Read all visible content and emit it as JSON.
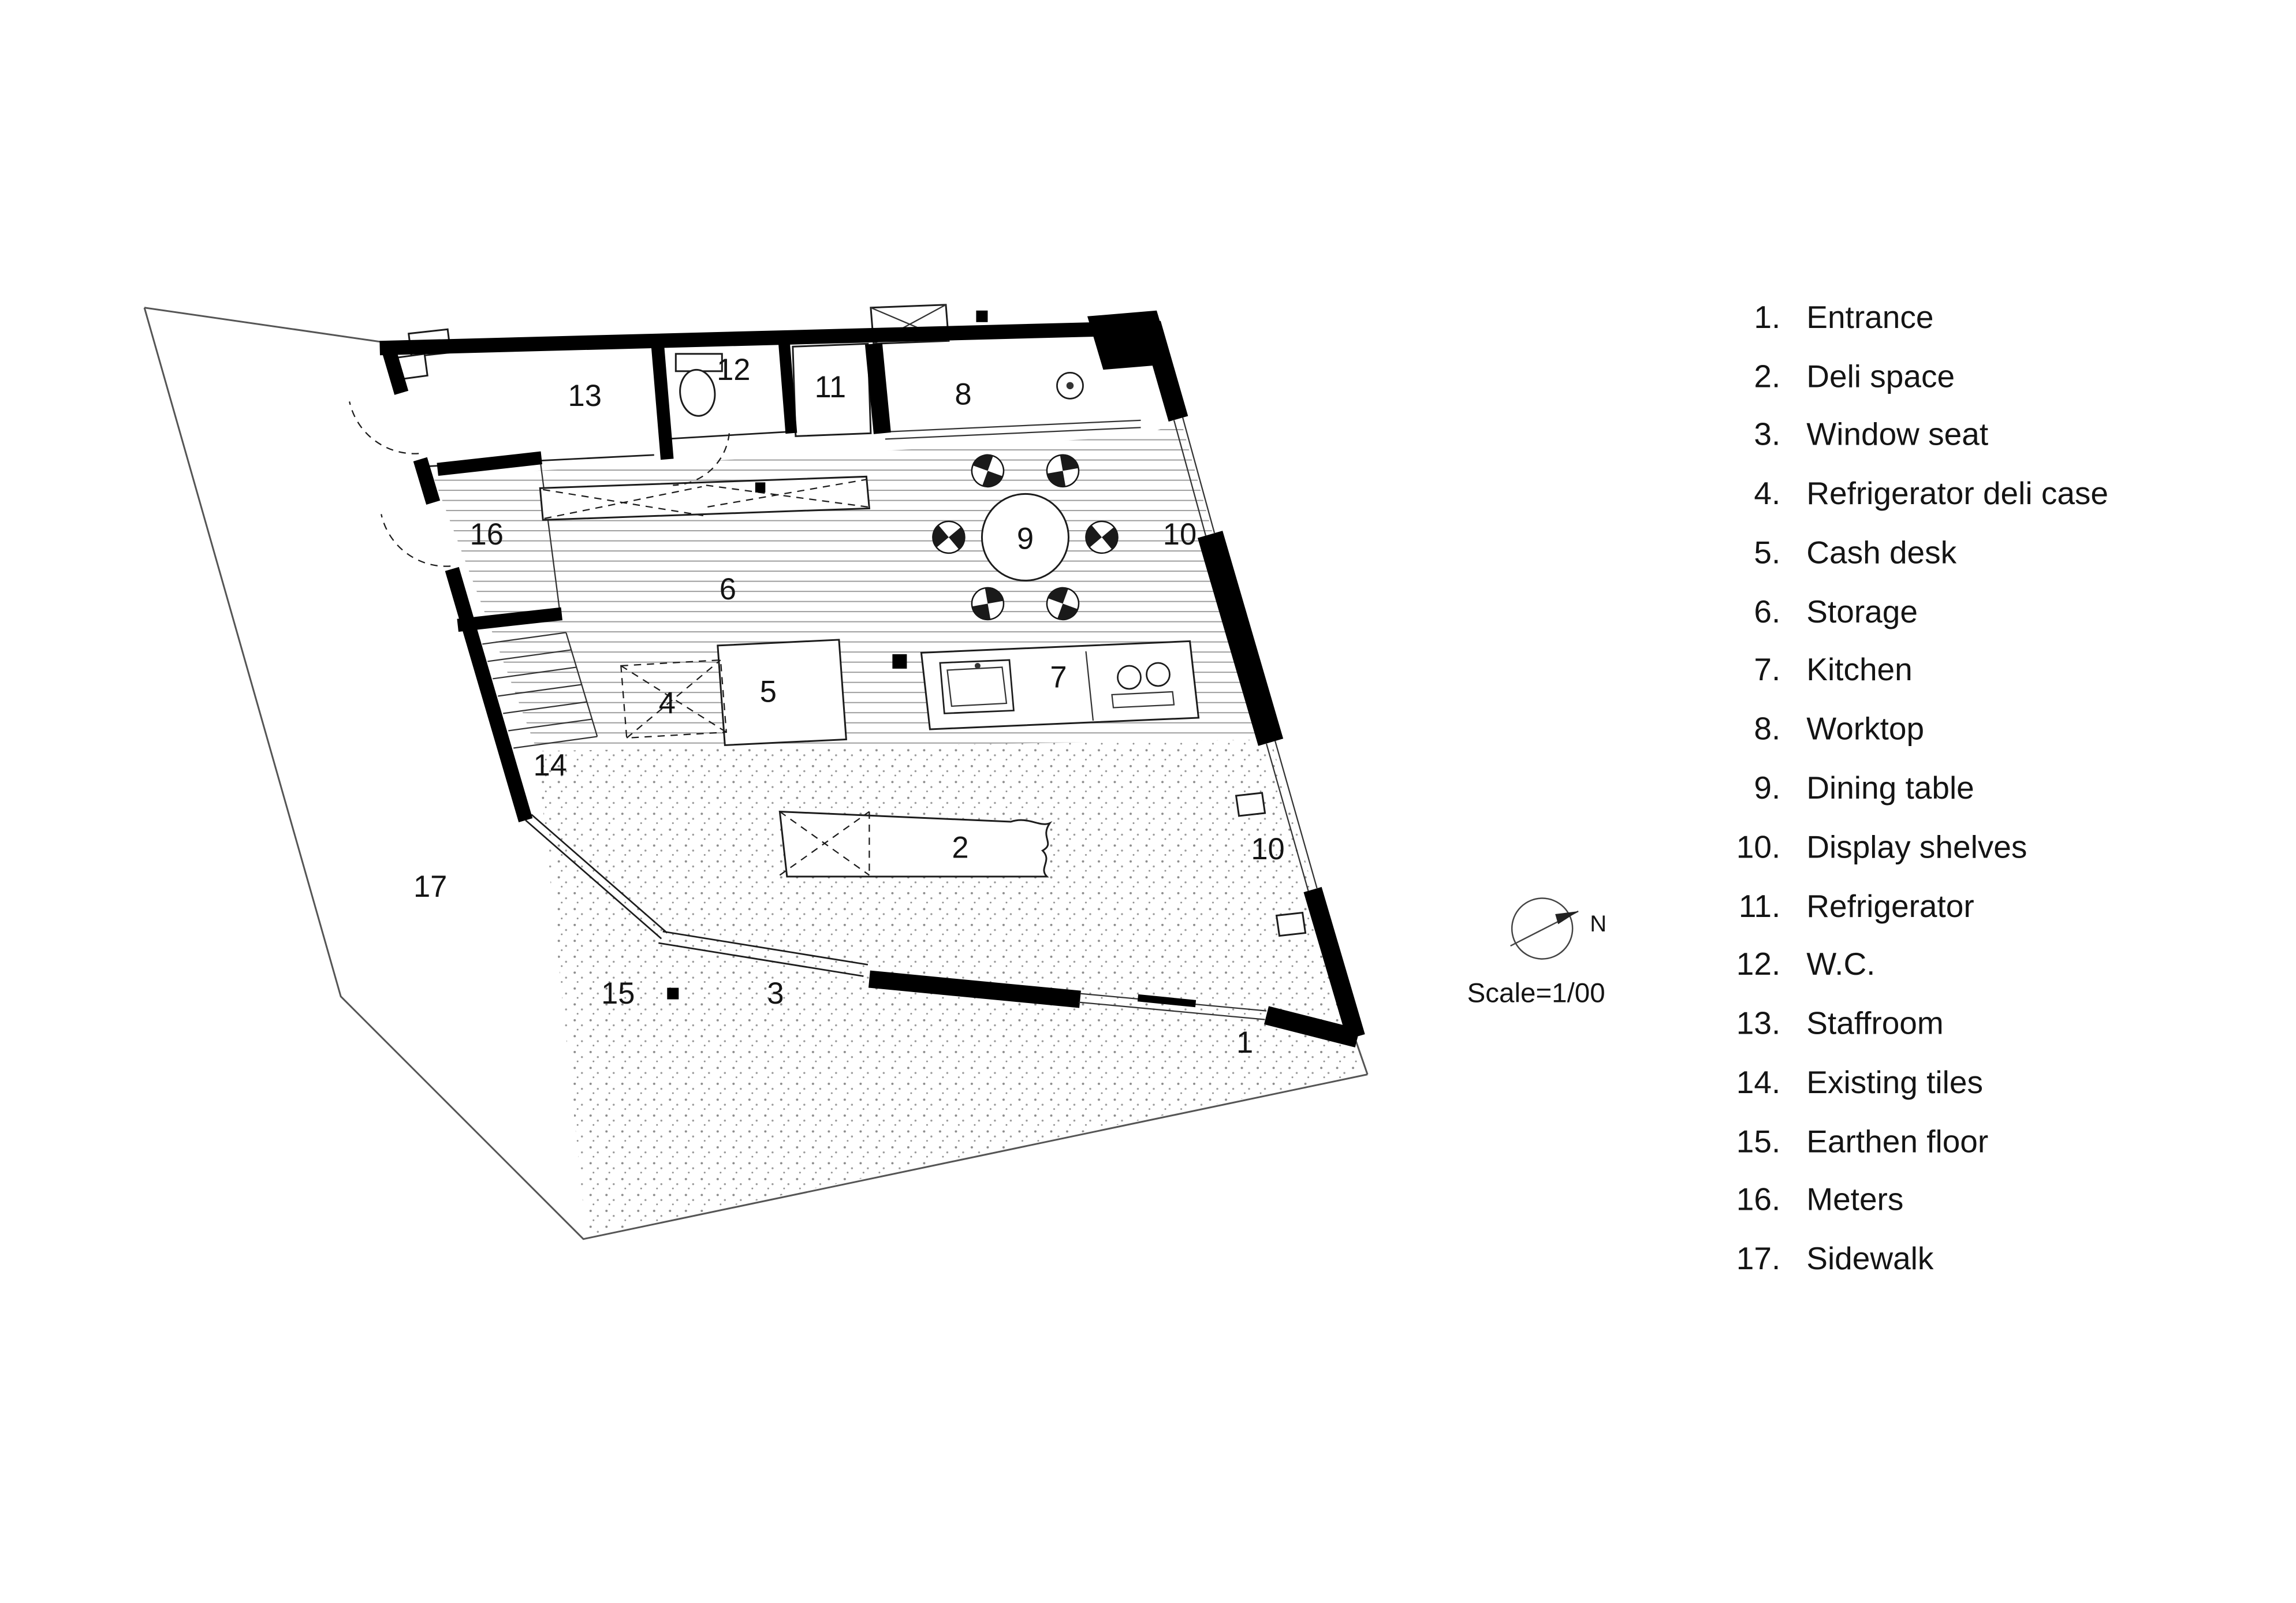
{
  "legend": {
    "items": [
      {
        "num": "1.",
        "label": "Entrance"
      },
      {
        "num": "2.",
        "label": "Deli space"
      },
      {
        "num": "3.",
        "label": "Window seat"
      },
      {
        "num": "4.",
        "label": "Refrigerator deli case"
      },
      {
        "num": "5.",
        "label": "Cash desk"
      },
      {
        "num": "6.",
        "label": "Storage"
      },
      {
        "num": "7.",
        "label": "Kitchen"
      },
      {
        "num": "8.",
        "label": "Worktop"
      },
      {
        "num": "9.",
        "label": "Dining table"
      },
      {
        "num": "10.",
        "label": "Display shelves"
      },
      {
        "num": "11.",
        "label": "Refrigerator"
      },
      {
        "num": "12.",
        "label": "W.C."
      },
      {
        "num": "13.",
        "label": "Staffroom"
      },
      {
        "num": "14.",
        "label": "Existing tiles"
      },
      {
        "num": "15.",
        "label": "Earthen floor"
      },
      {
        "num": "16.",
        "label": "Meters"
      },
      {
        "num": "17.",
        "label": "Sidewalk"
      }
    ]
  },
  "plan": {
    "room_numbers": [
      "13",
      "12",
      "11",
      "8",
      "9",
      "10",
      "16",
      "6",
      "4",
      "5",
      "7",
      "14",
      "2",
      "10",
      "15",
      "3",
      "1",
      "17"
    ]
  },
  "compass": {
    "north_label": "N"
  },
  "scale": {
    "text": "Scale=1/00"
  },
  "colors": {
    "ink": "#141414",
    "wall": "#000000",
    "site_line": "#555555"
  }
}
